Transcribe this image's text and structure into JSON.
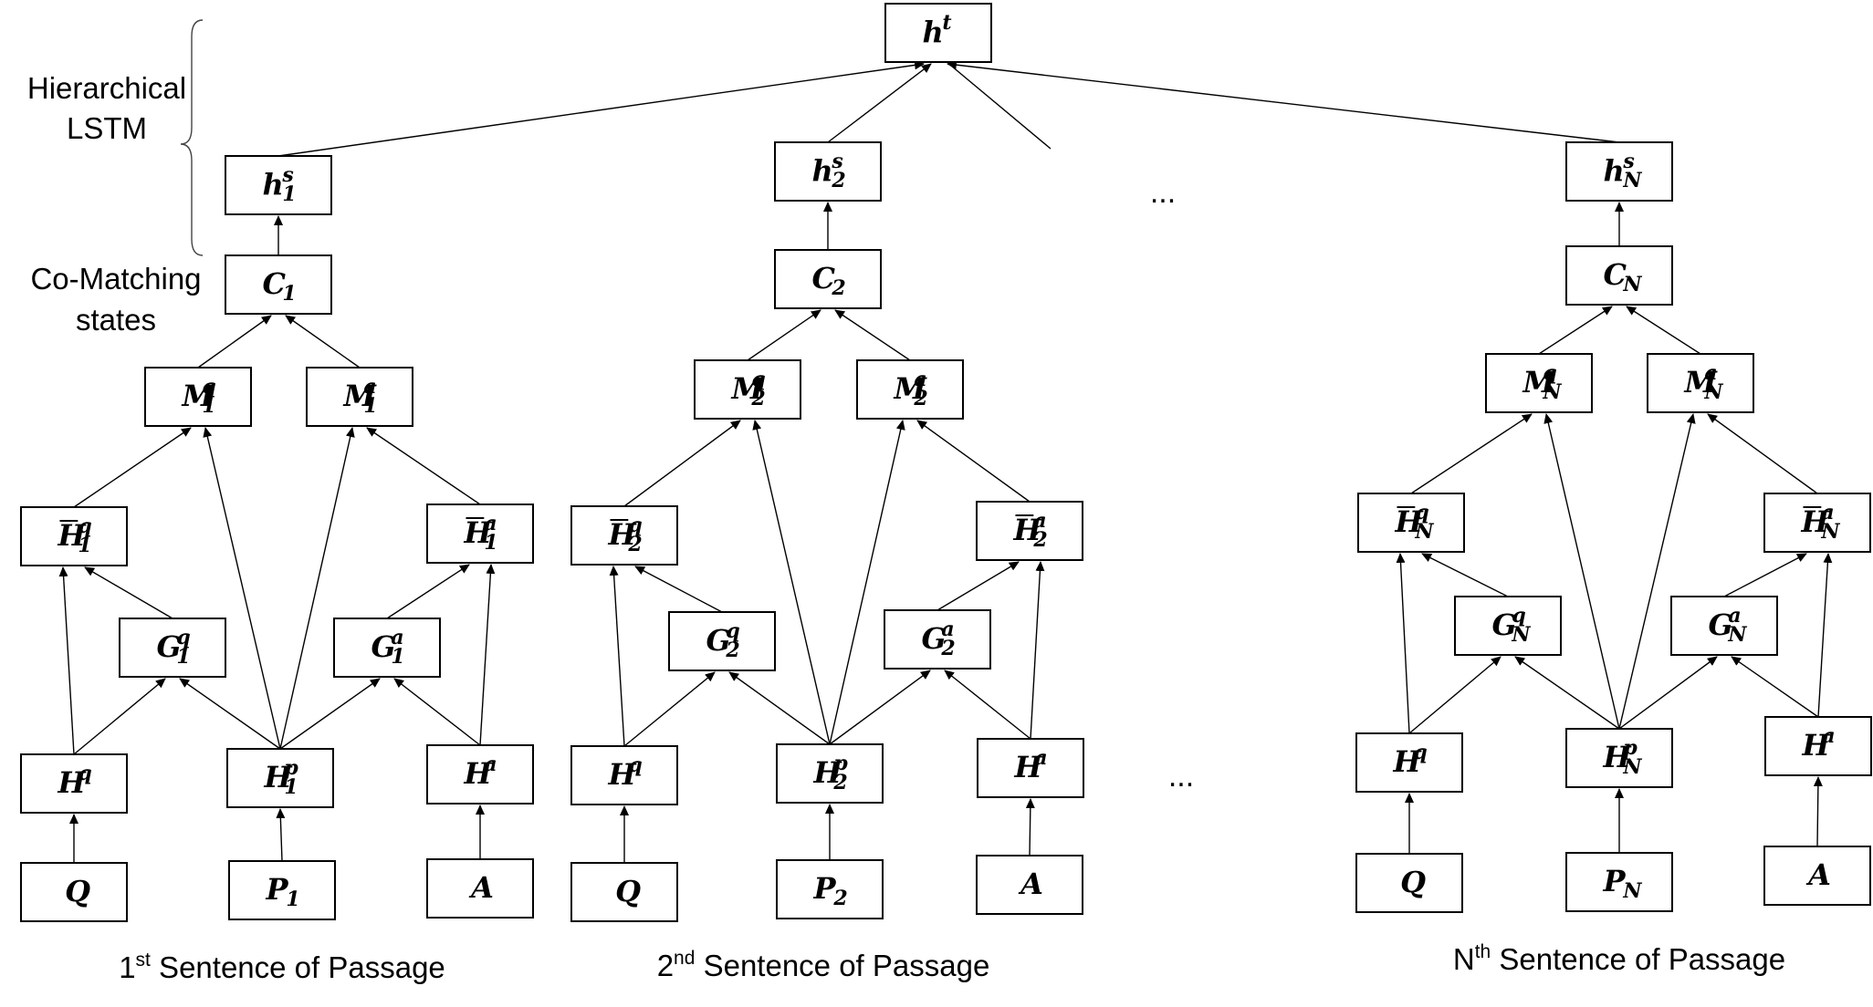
{
  "diagram": {
    "side_labels": {
      "hierarchical": [
        "Hierarchical",
        "LSTM"
      ],
      "comatching": [
        "Co-Matching",
        "states"
      ]
    },
    "ellipsis": "...",
    "nodes": {
      "ht": {
        "base": "h",
        "sup": "t",
        "sub": ""
      },
      "h1s": {
        "base": "h",
        "sup": "s",
        "sub": "1"
      },
      "h2s": {
        "base": "h",
        "sup": "s",
        "sub": "2"
      },
      "hNs": {
        "base": "h",
        "sup": "s",
        "sub": "N"
      },
      "C1": {
        "base": "C",
        "sup": "",
        "sub": "1"
      },
      "C2": {
        "base": "C",
        "sup": "",
        "sub": "2"
      },
      "CN": {
        "base": "C",
        "sup": "",
        "sub": "N"
      },
      "M1q": {
        "base": "M",
        "sup": "q",
        "sub": "1"
      },
      "M1a": {
        "base": "M",
        "sup": "a",
        "sub": "1"
      },
      "M2q": {
        "base": "M",
        "sup": "q",
        "sub": "2"
      },
      "M2a": {
        "base": "M",
        "sup": "a",
        "sub": "2"
      },
      "MNq": {
        "base": "M",
        "sup": "q",
        "sub": "N"
      },
      "MNa": {
        "base": "M",
        "sup": "a",
        "sub": "N"
      },
      "Hb1q": {
        "base": "H",
        "sup": "q",
        "sub": "1",
        "bar": true
      },
      "Hb1a": {
        "base": "H",
        "sup": "a",
        "sub": "1",
        "bar": true
      },
      "Hb2q": {
        "base": "H",
        "sup": "q",
        "sub": "2",
        "bar": true
      },
      "Hb2a": {
        "base": "H",
        "sup": "a",
        "sub": "2",
        "bar": true
      },
      "HbNq": {
        "base": "H",
        "sup": "q",
        "sub": "N",
        "bar": true
      },
      "HbNa": {
        "base": "H",
        "sup": "a",
        "sub": "N",
        "bar": true
      },
      "G1q": {
        "base": "G",
        "sup": "q",
        "sub": "1"
      },
      "G1a": {
        "base": "G",
        "sup": "a",
        "sub": "1"
      },
      "G2q": {
        "base": "G",
        "sup": "q",
        "sub": "2"
      },
      "G2a": {
        "base": "G",
        "sup": "a",
        "sub": "2"
      },
      "GNq": {
        "base": "G",
        "sup": "q",
        "sub": "N"
      },
      "GNa": {
        "base": "G",
        "sup": "a",
        "sub": "N"
      },
      "Hq1": {
        "base": "H",
        "sup": "q",
        "sub": ""
      },
      "Hp1": {
        "base": "H",
        "sup": "p",
        "sub": "1"
      },
      "Ha1": {
        "base": "H",
        "sup": "a",
        "sub": ""
      },
      "Hq2": {
        "base": "H",
        "sup": "q",
        "sub": ""
      },
      "Hp2": {
        "base": "H",
        "sup": "p",
        "sub": "2"
      },
      "Ha2": {
        "base": "H",
        "sup": "a",
        "sub": ""
      },
      "HqN": {
        "base": "H",
        "sup": "q",
        "sub": ""
      },
      "HpN": {
        "base": "H",
        "sup": "p",
        "sub": "N"
      },
      "HaN": {
        "base": "H",
        "sup": "a",
        "sub": ""
      },
      "Q1": {
        "base": "Q",
        "sup": "",
        "sub": ""
      },
      "P1": {
        "base": "P",
        "sup": "",
        "sub": "1"
      },
      "A1": {
        "base": "A",
        "sup": "",
        "sub": ""
      },
      "Q2": {
        "base": "Q",
        "sup": "",
        "sub": ""
      },
      "P2": {
        "base": "P",
        "sup": "",
        "sub": "2"
      },
      "A2": {
        "base": "A",
        "sup": "",
        "sub": ""
      },
      "QN": {
        "base": "Q",
        "sup": "",
        "sub": ""
      },
      "PN": {
        "base": "P",
        "sup": "",
        "sub": "N"
      },
      "AN": {
        "base": "A",
        "sup": "",
        "sub": ""
      }
    },
    "columns": [
      {
        "ordinal": "1",
        "suffix": "st",
        "rest": " Sentence of Passage"
      },
      {
        "ordinal": "2",
        "suffix": "nd",
        "rest": " Sentence of Passage"
      },
      {
        "ordinal": "N",
        "suffix": "th",
        "rest": " Sentence of Passage"
      }
    ]
  }
}
